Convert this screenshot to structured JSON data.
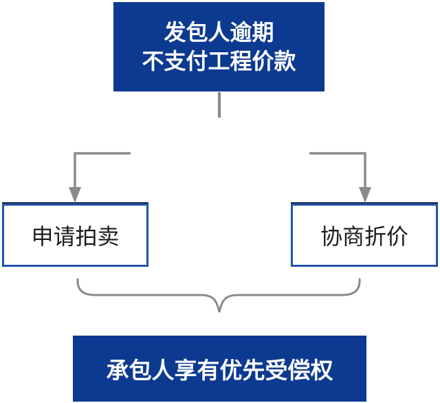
{
  "colors": {
    "box_blue": "#0d3a91",
    "box_border_blue": "#2153a8",
    "box_border_dark": "#15294f",
    "connector_gray": "#8a8a8a",
    "text_dark": "#1c1c1c",
    "text_white": "#ffffff",
    "background": "#ffffff"
  },
  "nodes": {
    "top": {
      "line1": "发包人逾期",
      "line2": "不支付工程价款"
    },
    "left": {
      "label": "申请拍卖"
    },
    "right": {
      "label": "协商折价"
    },
    "bottom": {
      "label": "承包人享有优先受偿权"
    }
  }
}
